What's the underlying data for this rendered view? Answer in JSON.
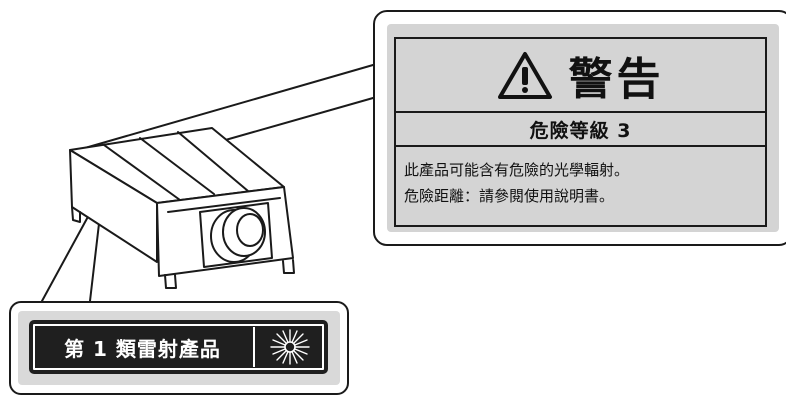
{
  "warning_label": {
    "title": "警告",
    "laser_class": "危險等級 3",
    "lines": [
      "此產品可能含有危險的光學輻射。",
      "危險距離：請參閱使用說明書。"
    ]
  },
  "class_label": {
    "text": "第 1 類雷射產品"
  },
  "icons": [
    "warning-triangle-icon",
    "laser-radiation-icon"
  ],
  "colors": {
    "outline": "#1a1a1a",
    "panel_gray": "#d4d4d4",
    "class_label_bg": "#1f1f1f",
    "class_label_text": "#ffffff"
  }
}
